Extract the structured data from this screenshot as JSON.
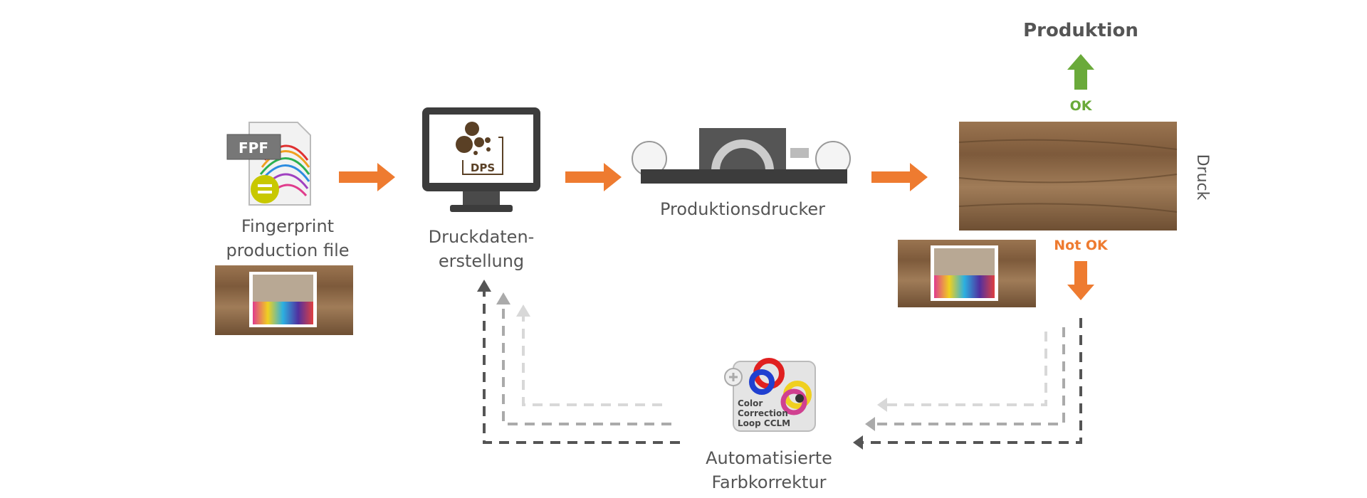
{
  "title": "Produktion",
  "steps": {
    "fingerprint": {
      "line1": "Fingerprint",
      "line2": "production file",
      "badge": "FPF"
    },
    "druckdaten": {
      "line1": "Druckdaten-",
      "line2": "erstellung",
      "logo": "DPS"
    },
    "drucker": {
      "label": "Produktionsdrucker"
    },
    "druck": {
      "label": "Druck"
    },
    "ok": "OK",
    "not_ok": "Not OK",
    "cclm": {
      "icon_text": [
        "Color",
        "Correction",
        "Loop CCLM"
      ],
      "line1": "Automatisierte",
      "line2": "Farbkorrektur"
    }
  },
  "colors": {
    "orange": "#ee7b30",
    "green": "#6aaa3a",
    "text": "#555555"
  }
}
